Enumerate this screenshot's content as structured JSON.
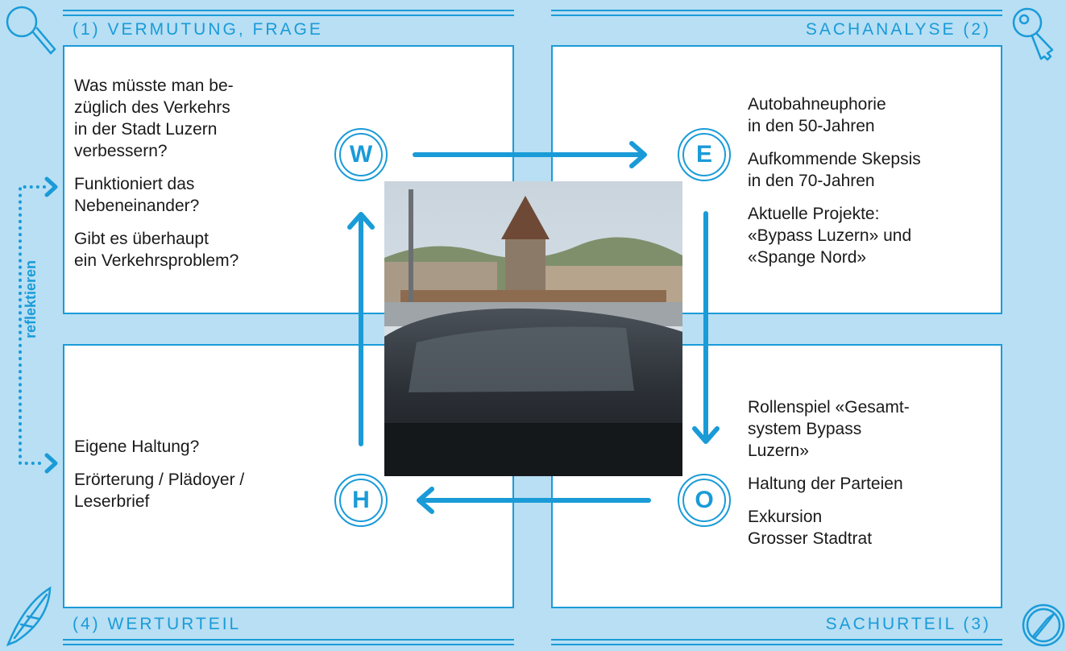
{
  "quadrants": {
    "q1": {
      "header": "(1) VERMUTUNG, FRAGE",
      "items": [
        "Was müsste man be-\nzüglich des Verkehrs\nin der Stadt Luzern\nverbessern?",
        "Funktioniert das\nNebeneinander?",
        "Gibt es überhaupt\nein Verkehrsproblem?"
      ]
    },
    "q2": {
      "header": "SACHANALYSE (2)",
      "items": [
        "Autobahneuphorie\nin den 50-Jahren",
        "Aufkommende Skepsis\nin den 70-Jahren",
        "Aktuelle Projekte:\n«Bypass Luzern» und\n«Spange Nord»"
      ]
    },
    "q3": {
      "header": "SACHURTEIL (3)",
      "items": [
        "Rollenspiel «Gesamt-\nsystem Bypass\nLuzern»",
        "Haltung der Parteien",
        "Exkursion\nGrosser Stadtrat"
      ]
    },
    "q4": {
      "header": "(4) WERTURTEIL",
      "items": [
        "Eigene Haltung?",
        "Erörterung / Plädoyer /\nLeserbrief"
      ]
    }
  },
  "circles": {
    "w": "W",
    "e": "E",
    "o": "O",
    "h": "H"
  },
  "side_label": "reflektieren",
  "icons": [
    "magnifier-icon",
    "key-icon",
    "feather-icon",
    "compass-icon"
  ],
  "colors": {
    "accent": "#1a9bd8",
    "background": "#b8dff4",
    "panel": "#ffffff"
  }
}
